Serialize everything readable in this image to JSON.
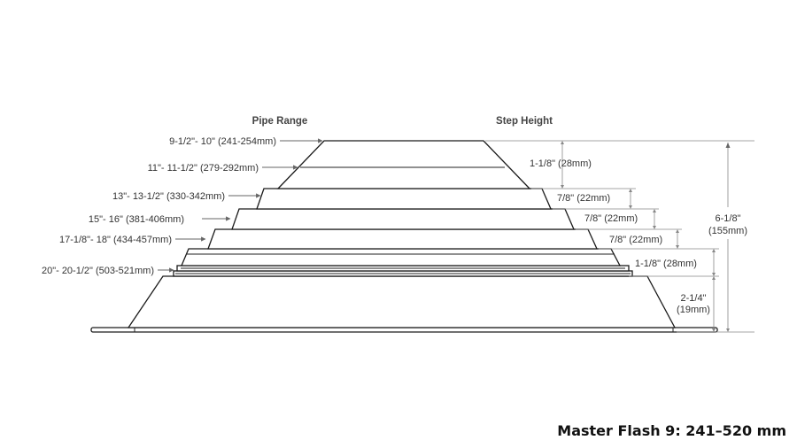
{
  "headers": {
    "pipe_range": "Pipe Range",
    "step_height": "Step Height"
  },
  "pipe_ranges": [
    "9-1/2\"- 10\" (241-254mm)",
    "11\"- 11-1/2\" (279-292mm)",
    "13\"- 13-1/2\" (330-342mm)",
    "15\"- 16\" (381-406mm)",
    "17-1/8\"- 18\" (434-457mm)",
    "20\"- 20-1/2\" (503-521mm)"
  ],
  "step_heights": [
    "1-1/8\" (28mm)",
    "7/8\" (22mm)",
    "7/8\" (22mm)",
    "7/8\" (22mm)",
    "1-1/8\" (28mm)"
  ],
  "base_height": {
    "line1": "2-1/4\"",
    "line2": "(19mm)"
  },
  "total_height": {
    "line1": "6-1/8\"",
    "line2": "(155mm)"
  },
  "caption": "Master Flash 9: 241–520 mm",
  "colors": {
    "line": "#1a1a1a",
    "dimension": "#888888",
    "label": "#333333"
  }
}
